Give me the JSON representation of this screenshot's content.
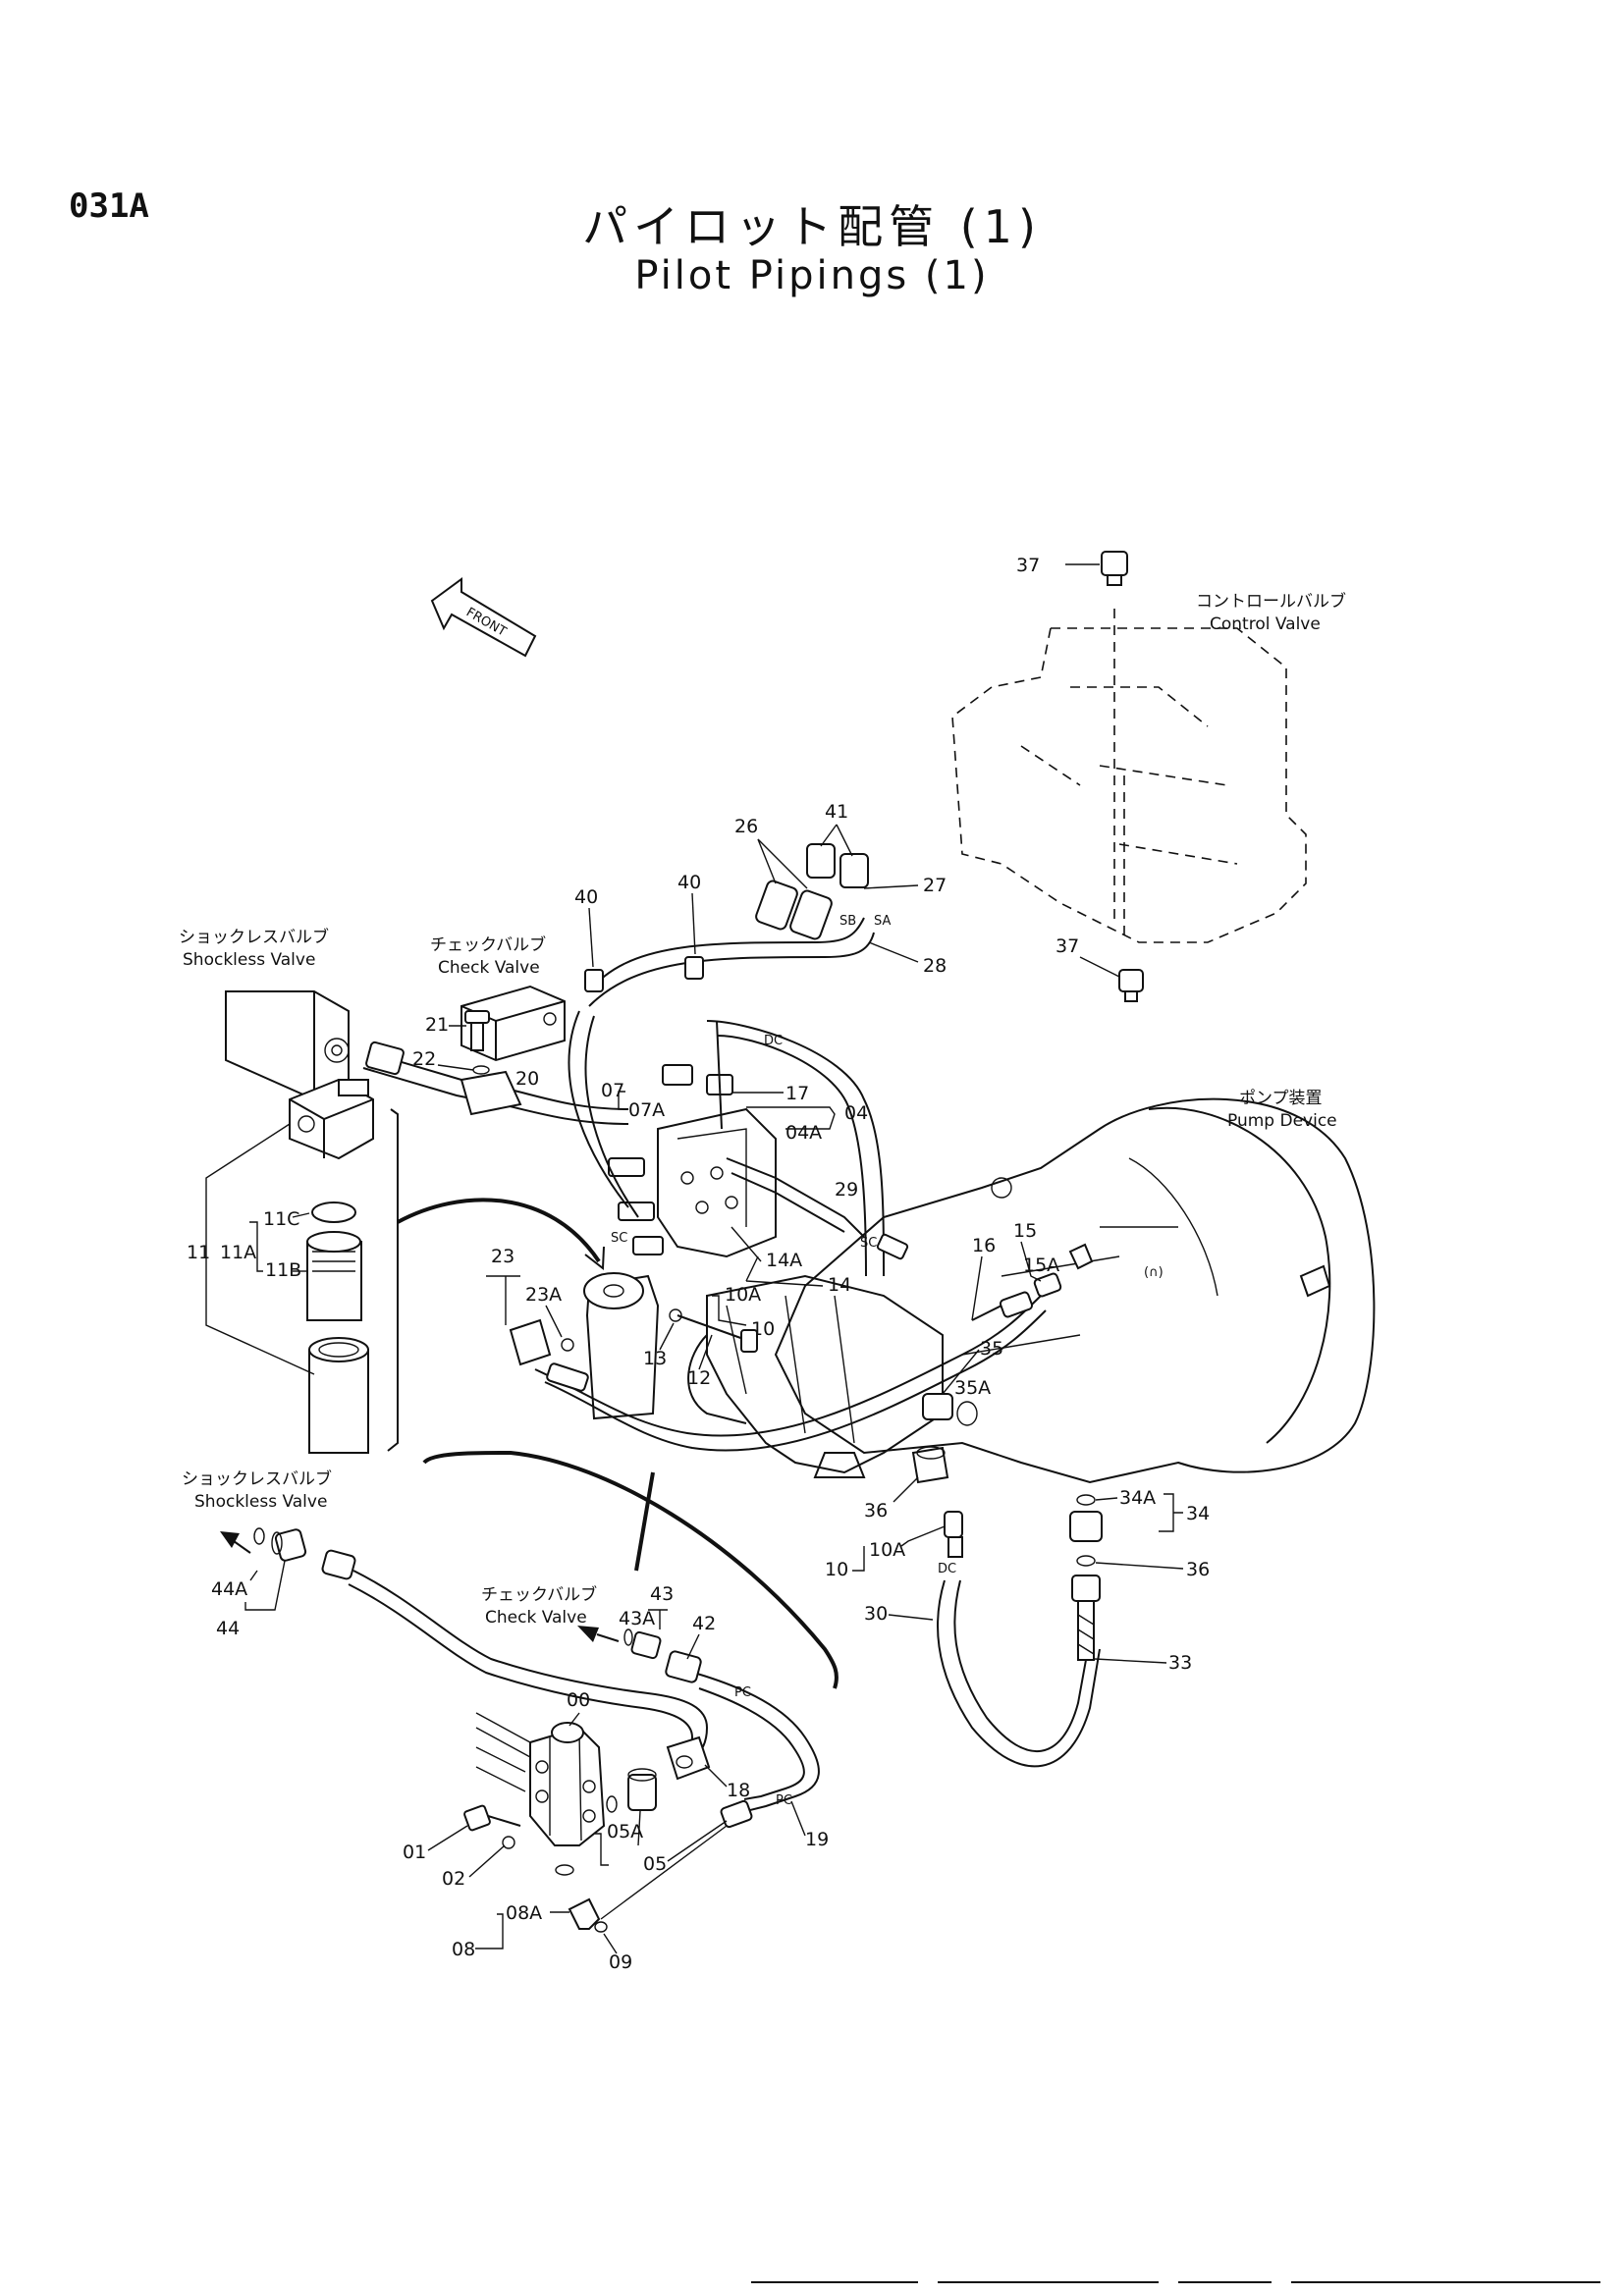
{
  "page_id": "031A",
  "title_jp": "パイロット配管 (1)",
  "title_en": "Pilot Pipings (1)",
  "front_label": "FRONT",
  "components": {
    "control_valve": {
      "jp": "コントロールバルブ",
      "en": "Control Valve"
    },
    "shockless_valve_top": {
      "jp": "ショックレスバルブ",
      "en": "Shockless Valve"
    },
    "check_valve_top": {
      "jp": "チェックバルブ",
      "en": "Check Valve"
    },
    "pump_device": {
      "jp": "ポンプ装置",
      "en": "Pump Device"
    },
    "shockless_valve_bottom": {
      "jp": "ショックレスバルブ",
      "en": "Shockless Valve"
    },
    "check_valve_bottom": {
      "jp": "チェックバルブ",
      "en": "Check Valve"
    }
  },
  "port_marks": {
    "dc1": "DC",
    "dc2": "DC",
    "sb": "SB",
    "sa": "SA",
    "sc": "SC",
    "pc1": "PC",
    "pc2": "PC"
  },
  "callouts": {
    "c37a": "37",
    "c37b": "37",
    "c26": "26",
    "c41": "41",
    "c27": "27",
    "c28": "28",
    "c40a": "40",
    "c40b": "40",
    "c21": "21",
    "c22": "22",
    "c20": "20",
    "c07": "07",
    "c07a": "07A",
    "c17": "17",
    "c04": "04",
    "c04a": "04A",
    "c29": "29",
    "c14a": "14A",
    "c14": "14",
    "c10a_top": "10A",
    "c10_top": "10",
    "c12": "12",
    "c13": "13",
    "c23": "23",
    "c23a": "23A",
    "c11": "11",
    "c11a": "11A",
    "c11c": "11C",
    "c11b": "11B",
    "c16": "16",
    "c15": "15",
    "c15a": "15A",
    "c35": "35",
    "c35a": "35A",
    "c36a": "36",
    "c34a": "34A",
    "c34": "34",
    "c36b": "36",
    "c10a_bot": "10A",
    "c10_bot": "10",
    "c30": "30",
    "c33": "33",
    "c44a": "44A",
    "c44": "44",
    "c43": "43",
    "c43a": "43A",
    "c42": "42",
    "c00": "00",
    "c01": "01",
    "c02": "02",
    "c05a": "05A",
    "c05": "05",
    "c18": "18",
    "c19": "19",
    "c08a": "08A",
    "c08": "08",
    "c09": "09"
  }
}
